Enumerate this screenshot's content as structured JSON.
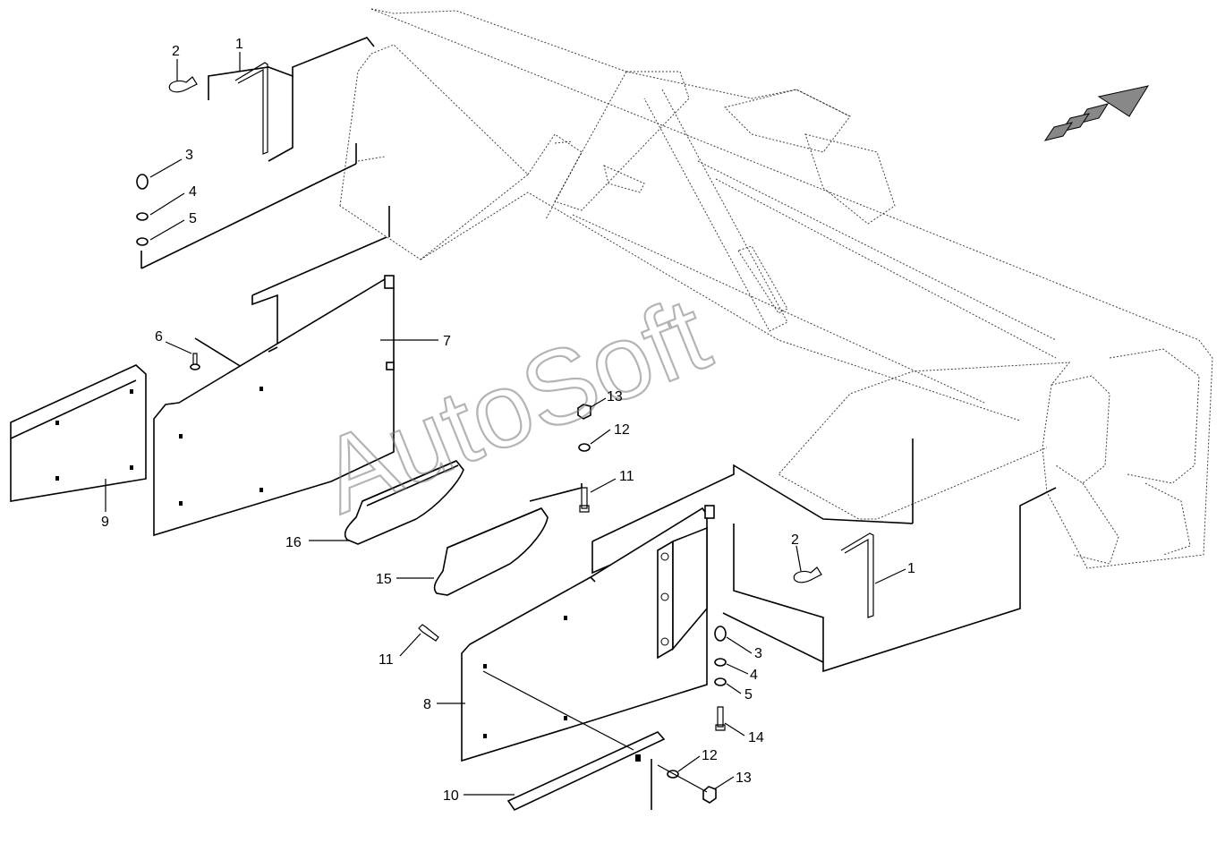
{
  "diagram": {
    "watermark": "AutoSoft",
    "callouts": [
      {
        "id": "c1a",
        "text": "1"
      },
      {
        "id": "c2a",
        "text": "2"
      },
      {
        "id": "c3a",
        "text": "3"
      },
      {
        "id": "c4a",
        "text": "4"
      },
      {
        "id": "c5a",
        "text": "5"
      },
      {
        "id": "c6",
        "text": "6"
      },
      {
        "id": "c7",
        "text": "7"
      },
      {
        "id": "c9",
        "text": "9"
      },
      {
        "id": "c13a",
        "text": "13"
      },
      {
        "id": "c12a",
        "text": "12"
      },
      {
        "id": "c11a",
        "text": "11"
      },
      {
        "id": "c16",
        "text": "16"
      },
      {
        "id": "c15",
        "text": "15"
      },
      {
        "id": "c2b",
        "text": "2"
      },
      {
        "id": "c1b",
        "text": "1"
      },
      {
        "id": "c11b",
        "text": "11"
      },
      {
        "id": "c3b",
        "text": "3"
      },
      {
        "id": "c4b",
        "text": "4"
      },
      {
        "id": "c5b",
        "text": "5"
      },
      {
        "id": "c8",
        "text": "8"
      },
      {
        "id": "c14",
        "text": "14"
      },
      {
        "id": "c12b",
        "text": "12"
      },
      {
        "id": "c13b",
        "text": "13"
      },
      {
        "id": "c10",
        "text": "10"
      }
    ],
    "direction_arrow": "forward-direction-arrow"
  }
}
